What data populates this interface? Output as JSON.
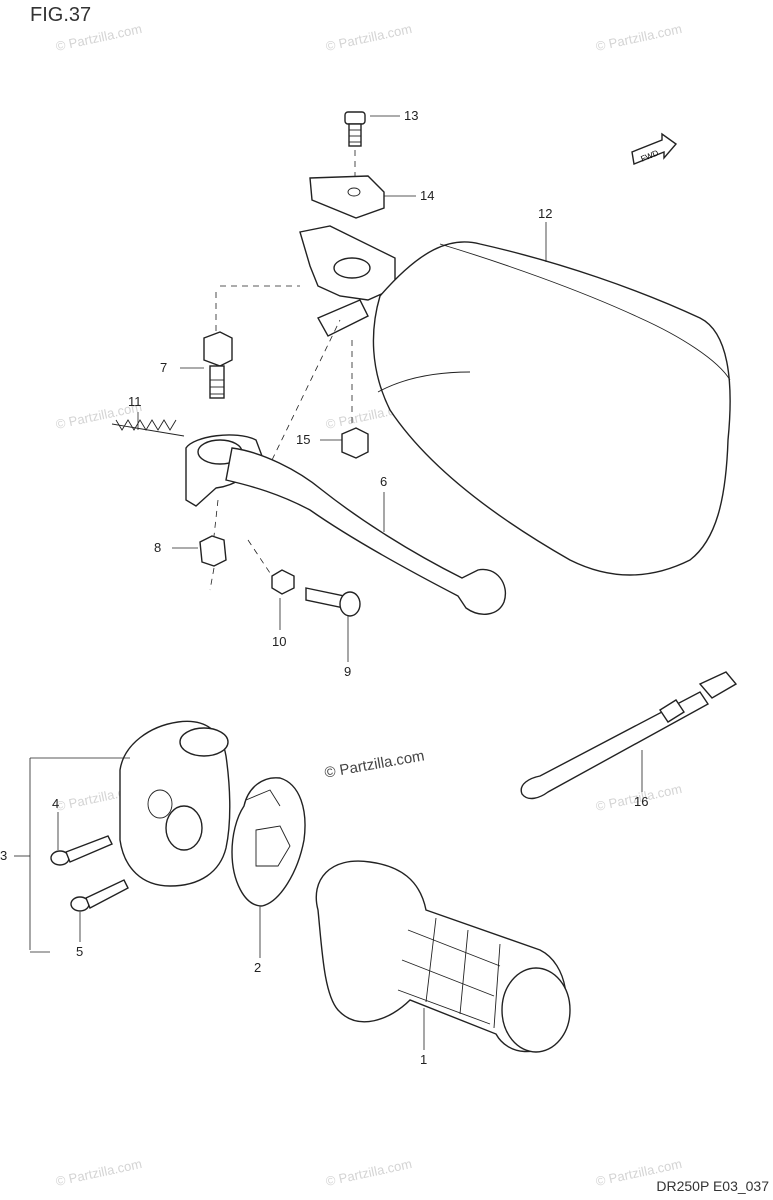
{
  "figure": {
    "title": "FIG.37",
    "code": "DR250P E03_037"
  },
  "watermark": {
    "text": "© Partzilla.com"
  },
  "fwd_label": "FWD",
  "callouts": [
    {
      "id": "1",
      "label": "1"
    },
    {
      "id": "2",
      "label": "2"
    },
    {
      "id": "3",
      "label": "3"
    },
    {
      "id": "4",
      "label": "4"
    },
    {
      "id": "5",
      "label": "5"
    },
    {
      "id": "6",
      "label": "6"
    },
    {
      "id": "7",
      "label": "7"
    },
    {
      "id": "8",
      "label": "8"
    },
    {
      "id": "9",
      "label": "9"
    },
    {
      "id": "10",
      "label": "10"
    },
    {
      "id": "11",
      "label": "11"
    },
    {
      "id": "12",
      "label": "12"
    },
    {
      "id": "13",
      "label": "13"
    },
    {
      "id": "14",
      "label": "14"
    },
    {
      "id": "15",
      "label": "15"
    },
    {
      "id": "16",
      "label": "16"
    }
  ]
}
